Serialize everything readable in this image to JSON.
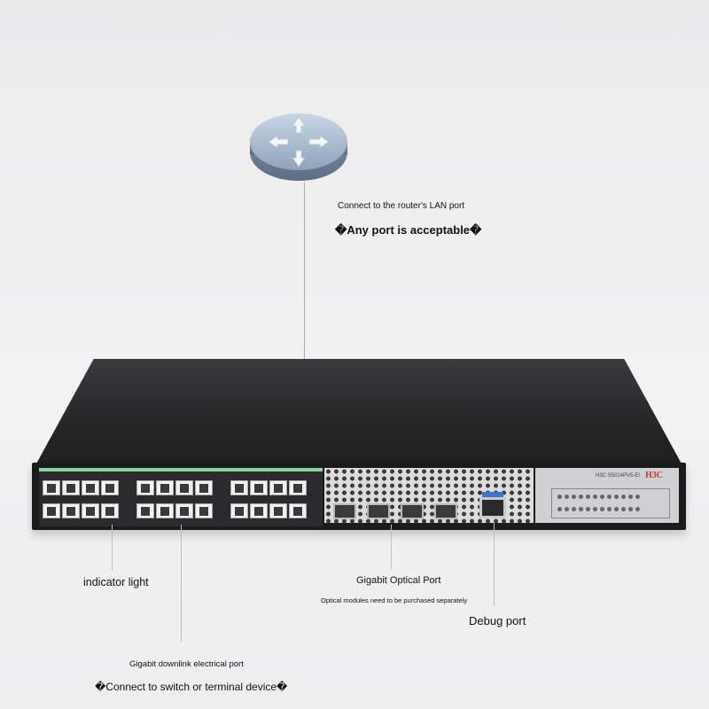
{
  "labels": {
    "router_line1": "Connect to the router's LAN port",
    "router_line2": "�Any port is acceptable�",
    "indicator": "indicator light",
    "optical_title": "Gigabit Optical Port",
    "optical_note": "Optical modules need to be purchased separately",
    "debug": "Debug port",
    "electrical_title": "Gigabit downlink electrical port",
    "electrical_note": "�Connect to switch or terminal device�"
  },
  "device": {
    "brand": "H3C",
    "model_text": "H3C S5024PV5-EI"
  },
  "colors": {
    "callout_line": "#9aa0b4",
    "port_strip": "#8fd0a0",
    "console_tab": "#3b74c8",
    "brand": "#c0392b"
  },
  "icons": {
    "router": "router-icon"
  }
}
